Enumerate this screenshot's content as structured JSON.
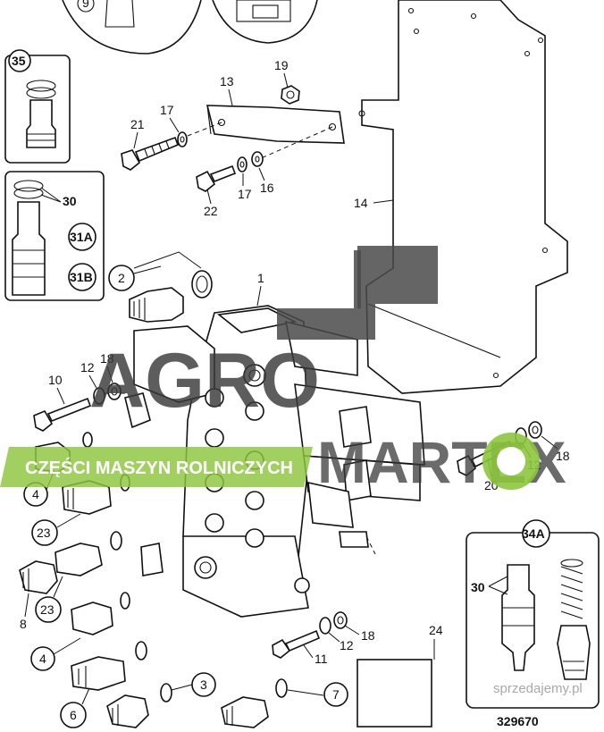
{
  "diagram": {
    "labels": {
      "l9": "9",
      "l35": "35",
      "l30a": "30",
      "l31A": "31A",
      "l31B": "31B",
      "l13": "13",
      "l19": "19",
      "l17a": "17",
      "l21": "21",
      "l17b": "17",
      "l16": "16",
      "l22": "22",
      "l14": "14",
      "l2": "2",
      "l1": "1",
      "l10": "10",
      "l12a": "12",
      "l18a": "18",
      "l4a": "4",
      "l23a": "23",
      "l8": "8",
      "l23b": "23",
      "l4b": "4",
      "l6": "6",
      "l3": "3",
      "l7": "7",
      "l11": "11",
      "l12b": "12",
      "l18b": "18",
      "l24": "24",
      "l20": "20",
      "l12c": "12",
      "l18c": "18",
      "l34A": "34A",
      "l30b": "30",
      "drawing_number": "329670"
    },
    "watermarks": {
      "brand_a": "AGRO",
      "brand_b": "MARTEX",
      "banner": "CZĘŚCI MASZYN ROLNICZYCH",
      "site": "sprzedajemy.pl"
    }
  }
}
